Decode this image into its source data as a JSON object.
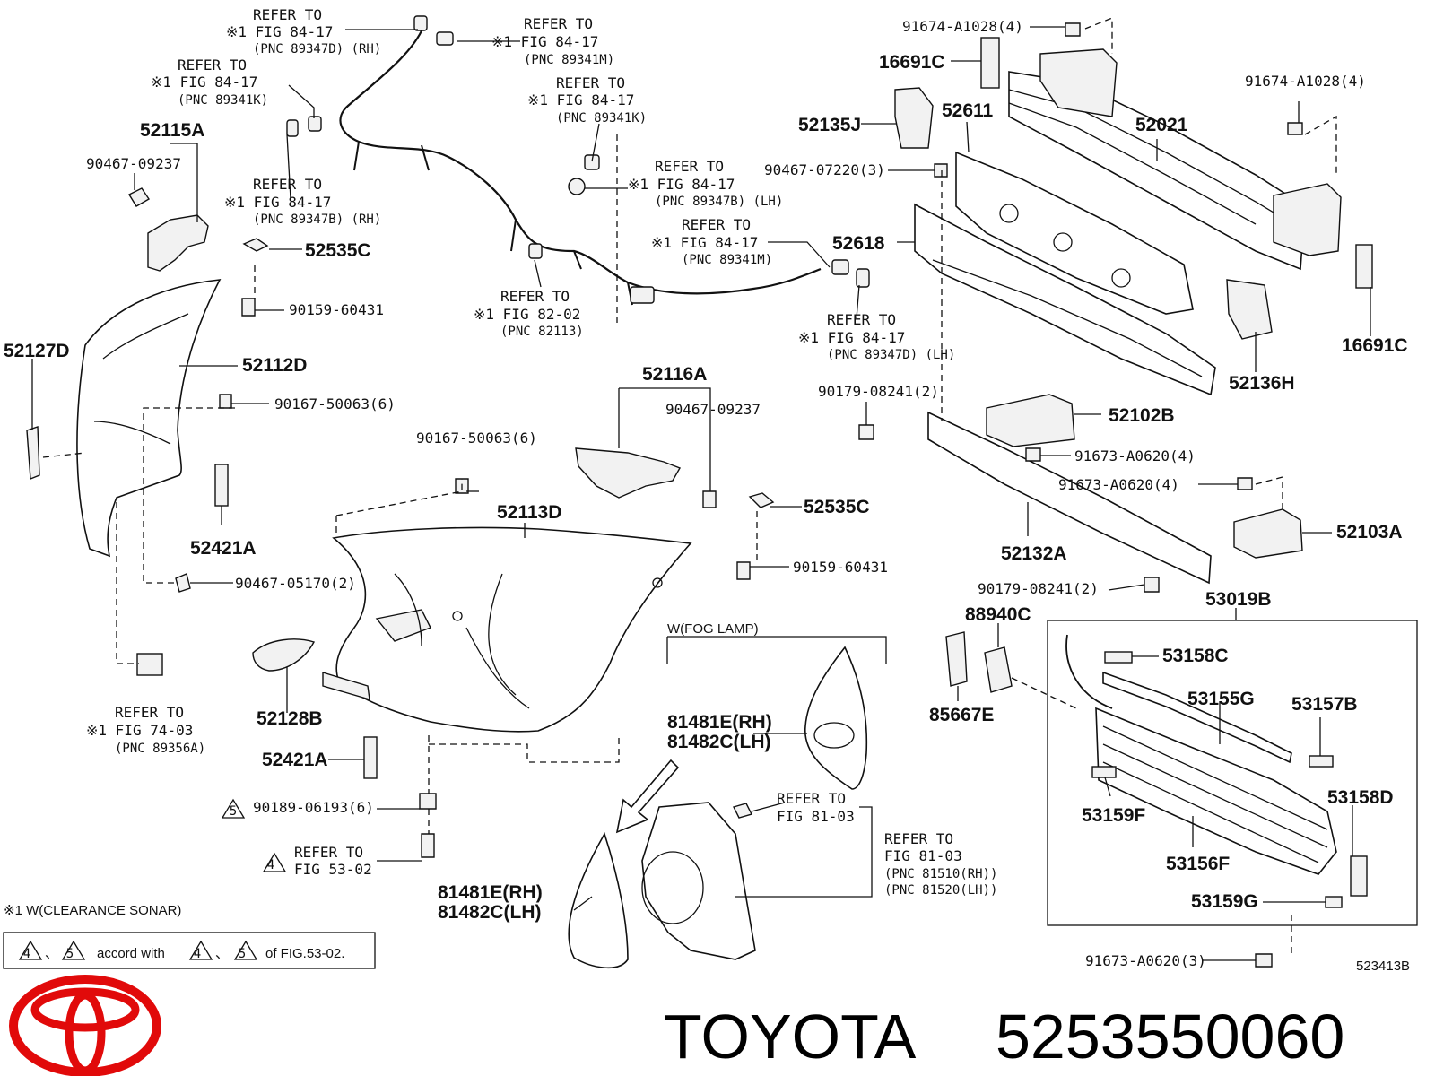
{
  "labels": {
    "p52115A": "52115A",
    "p90467_09237a": "90467-09237",
    "p52535Ca": "52535C",
    "p90159_60431a": "90159-60431",
    "p52127D": "52127D",
    "p52112D": "52112D",
    "p90167_50063a": "90167-50063(6)",
    "p52421Aa": "52421A",
    "p90467_05170": "90467-05170(2)",
    "p52128B": "52128B",
    "p52421Ab": "52421A",
    "p90189_06193": "90189-06193(6)",
    "p52116A": "52116A",
    "p90467_09237b": "90467-09237",
    "p90167_50063b": "90167-50063(6)",
    "p52113D": "52113D",
    "p52535Cb": "52535C",
    "p90159_60431b": "90159-60431",
    "p81481E_a": "81481E(RH)",
    "p81482C_a": "81482C(LH)",
    "p81481E_b": "81481E(RH)",
    "p81482C_b": "81482C(LH)",
    "p91674_a": "91674-A1028(4)",
    "p16691Ca": "16691C",
    "p52135J": "52135J",
    "p52611": "52611",
    "p52021": "52021",
    "p91674_b": "91674-A1028(4)",
    "p90467_07220": "90467-07220(3)",
    "p52618": "52618",
    "p52136H": "52136H",
    "p16691Cb": "16691C",
    "p90179_a": "90179-08241(2)",
    "p52102B": "52102B",
    "p91673_a": "91673-A0620(4)",
    "p91673_b": "91673-A0620(4)",
    "p52103A": "52103A",
    "p52132A": "52132A",
    "p90179_b": "90179-08241(2)",
    "p88940C": "88940C",
    "p53019B": "53019B",
    "p85667E": "85667E",
    "p53158C": "53158C",
    "p53155G": "53155G",
    "p53157B": "53157B",
    "p53158D": "53158D",
    "p53159F": "53159F",
    "p53156F": "53156F",
    "p53159G": "53159G",
    "p91673_c": "91673-A0620(3)"
  },
  "refs": {
    "r1": {
      "l1": "REFER TO",
      "l2": "※1 FIG 84-17",
      "l3": "(PNC 89347D) (RH)"
    },
    "r2": {
      "l1": "REFER TO",
      "l2": "※1 FIG 84-17",
      "l3": "(PNC 89341M)"
    },
    "r3": {
      "l1": "REFER TO",
      "l2": "※1 FIG 84-17",
      "l3": "(PNC 89341K)"
    },
    "r4": {
      "l1": "REFER TO",
      "l2": "※1 FIG 84-17",
      "l3": "(PNC 89341K)"
    },
    "r5": {
      "l1": "REFER TO",
      "l2": "※1 FIG 84-17",
      "l3": "(PNC 89347B) (RH)"
    },
    "r6": {
      "l1": "REFER TO",
      "l2": "※1 FIG 84-17",
      "l3": "(PNC 89347B) (LH)"
    },
    "r7": {
      "l1": "REFER TO",
      "l2": "※1 FIG 84-17",
      "l3": "(PNC 89341M)"
    },
    "r8": {
      "l1": "REFER TO",
      "l2": "※1 FIG 82-02",
      "l3": "(PNC 82113)"
    },
    "r9": {
      "l1": "REFER TO",
      "l2": "※1 FIG 84-17",
      "l3": "(PNC 89347D) (LH)"
    },
    "r10": {
      "l1": "REFER TO",
      "l2": "※1 FIG 74-03",
      "l3": "(PNC 89356A)"
    },
    "r11": {
      "l1": "REFER TO",
      "l2": "FIG 53-02"
    },
    "r12": {
      "l1": "REFER TO",
      "l2": "FIG 81-03"
    },
    "r13": {
      "l1": "REFER TO",
      "l2": "FIG 81-03",
      "l3": "(PNC 81510(RH))",
      "l4": "(PNC 81520(LH))"
    }
  },
  "triangle_marks": {
    "four": "4",
    "five": "5"
  },
  "fog_lamp_label": "W(FOG LAMP)",
  "footnote": "※1 W(CLEARANCE SONAR)",
  "legend": {
    "text1": "accord with",
    "text2": "of FIG.53-02.",
    "sep": "、"
  },
  "diagram_code": "523413B",
  "brand": {
    "name": "TOYOTA",
    "part_number": "5253550060",
    "logo_color": "#e10a0a"
  }
}
